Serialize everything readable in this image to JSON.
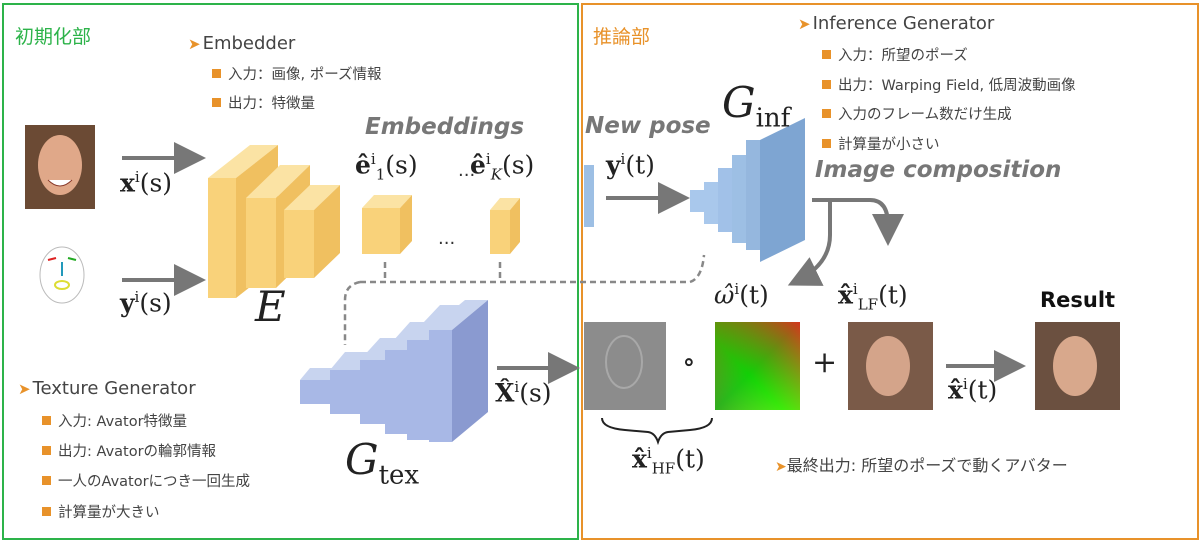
{
  "sections": {
    "init": {
      "title": "初期化部",
      "color": "#2db34a"
    },
    "infer": {
      "title": "推論部",
      "color": "#e8922a"
    }
  },
  "embedder": {
    "header": "Embedder",
    "bullets": [
      "入力：画像, ポーズ情報",
      "出力：特徴量"
    ]
  },
  "texture_generator": {
    "header": "Texture Generator",
    "bullets": [
      "入力: Avator特徴量",
      "出力: Avatorの輪郭情報",
      "一人のAvatorにつき一回生成",
      "計算量が大きい"
    ]
  },
  "inference_generator": {
    "header": "Inference Generator",
    "bullets": [
      "入力：所望のポーズ",
      "出力：Warping Field, 低周波動画像",
      "入力のフレーム数だけ生成",
      "計算量が小さい"
    ]
  },
  "labels": {
    "embeddings": "Embeddings",
    "new_pose": "New pose",
    "image_composition": "Image composition",
    "result": "Result",
    "ellipsis": "...",
    "final_output": "最終出力: 所望のポーズで動くアバター",
    "compose_op": "∘",
    "plus_op": "+"
  },
  "math": {
    "x_s": {
      "base": "x",
      "sup": "i",
      "arg": "(s)"
    },
    "y_s": {
      "base": "y",
      "sup": "i",
      "arg": "(s)"
    },
    "E": "E",
    "e1": {
      "base": "ê",
      "sup": "i",
      "sub": "1",
      "arg": "(s)"
    },
    "eK": {
      "base": "ê",
      "sup": "i",
      "sub": "K",
      "arg": "(s)"
    },
    "G_tex": {
      "base": "G",
      "sub": "tex"
    },
    "X_s": {
      "base": "X̂",
      "sup": "i",
      "arg": "(s)"
    },
    "y_t": {
      "base": "y",
      "sup": "i",
      "arg": "(t)"
    },
    "G_inf": {
      "base": "G",
      "sub": "inf"
    },
    "omega_t": {
      "base": "ω̂",
      "sup": "i",
      "arg": "(t)"
    },
    "x_LF": {
      "base": "x̂",
      "sup": "i",
      "sub": "LF",
      "arg": "(t)"
    },
    "x_HF": {
      "base": "x̂",
      "sup": "i",
      "sub": "HF",
      "arg": "(t)"
    },
    "x_t": {
      "base": "x̂",
      "sup": "i",
      "arg": "(t)"
    }
  },
  "colors": {
    "yellow": "#f9d27a",
    "blue": "#9dbfe4",
    "arrow": "#777777",
    "bullet": "#e8922a"
  }
}
